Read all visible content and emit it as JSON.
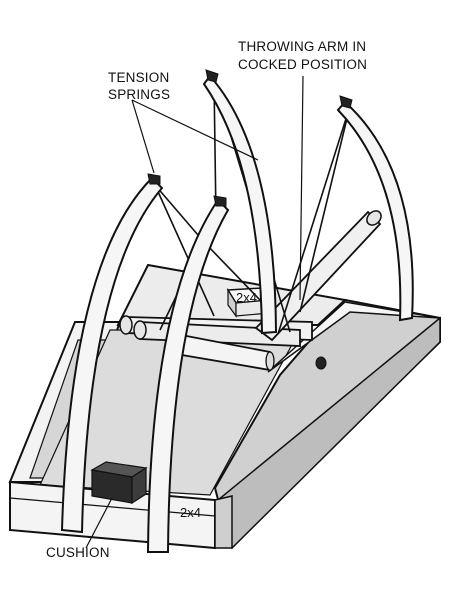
{
  "labels": {
    "tension_springs_line1": "TENSION",
    "tension_springs_line2": "SPRINGS",
    "throwing_arm_line1": "THROWING ARM IN",
    "throwing_arm_line2": "COCKED POSITION",
    "board_top": "2x4",
    "board_front": "2x4",
    "cushion": "CUSHION"
  },
  "colors": {
    "outline": "#111111",
    "light_face": "#f6f6f6",
    "shade_face": "#c9c9c9",
    "mid_face": "#e2e2e2",
    "cushion": "#2a2a2a"
  }
}
